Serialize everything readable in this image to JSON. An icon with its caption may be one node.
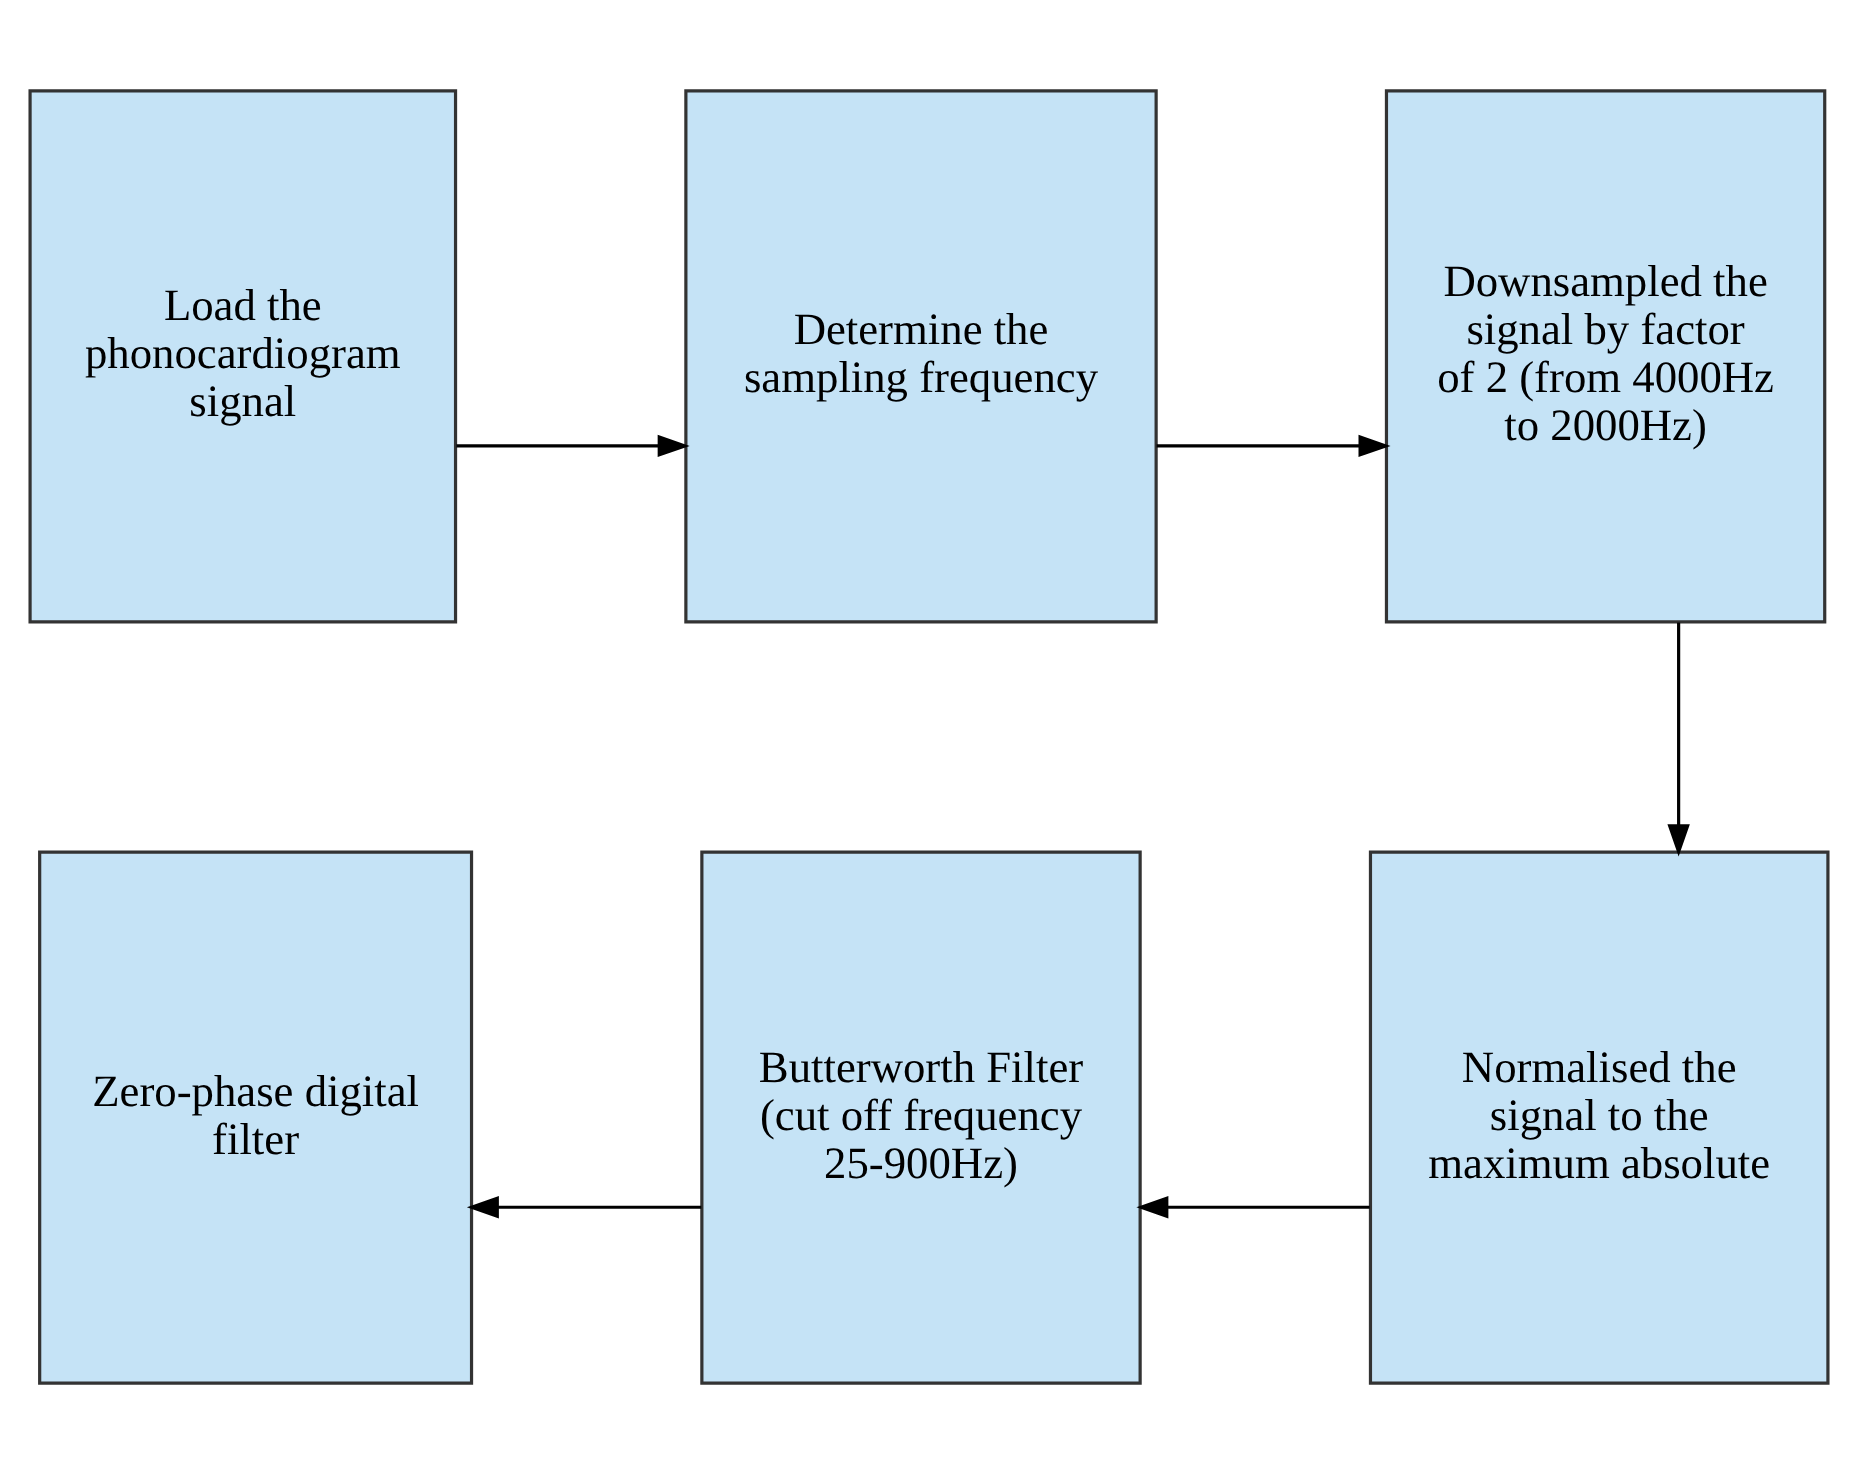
{
  "diagram": {
    "nodes": [
      {
        "text": [
          "Load the phonocardiogram signal"
        ]
      },
      {
        "text": [
          "Determine the sampling frequency"
        ]
      },
      {
        "text": [
          "Downsampled the signal by factor of 2 (from 4000Hz to 2000Hz)"
        ]
      },
      {
        "text": [
          "Zero-phase digital filter"
        ]
      },
      {
        "text": [
          "Butterworth Filter (cut off frequency 25-900Hz)"
        ]
      },
      {
        "text": [
          "Normalised the signal to the maximum absolute"
        ]
      }
    ],
    "edges": [
      {
        "from": 0,
        "to": 1,
        "arrow": "to"
      },
      {
        "from": 1,
        "to": 2,
        "arrow": "to"
      },
      {
        "from": 2,
        "to": 5,
        "arrow": "to"
      },
      {
        "from": 5,
        "to": 4,
        "arrow": "to"
      },
      {
        "from": 4,
        "to": 3,
        "arrow": "to"
      }
    ]
  }
}
